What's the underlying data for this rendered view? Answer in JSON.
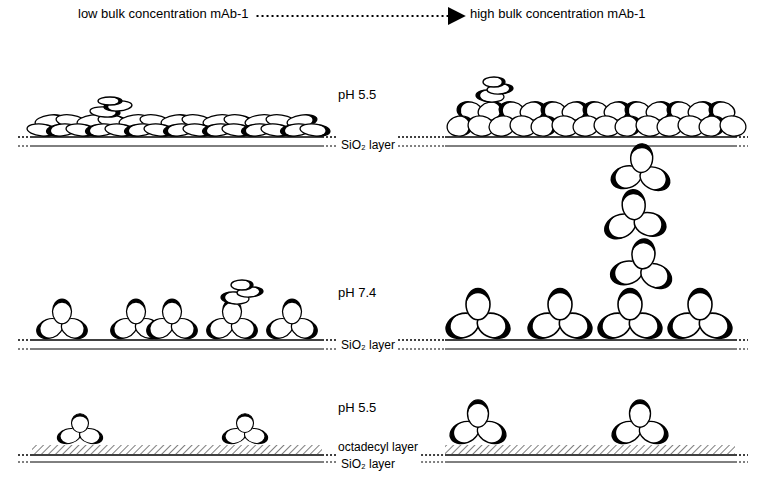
{
  "diagram": {
    "labels": [
      "low bulk concentration mAb-1",
      "high bulk concentration mAb-1",
      "pH 5.5",
      "SiO₂ layer",
      "pH 7.4",
      "SiO₂ layer",
      "pH 5.5",
      "octadecyl layer",
      "SiO₂ layer"
    ]
  }
}
